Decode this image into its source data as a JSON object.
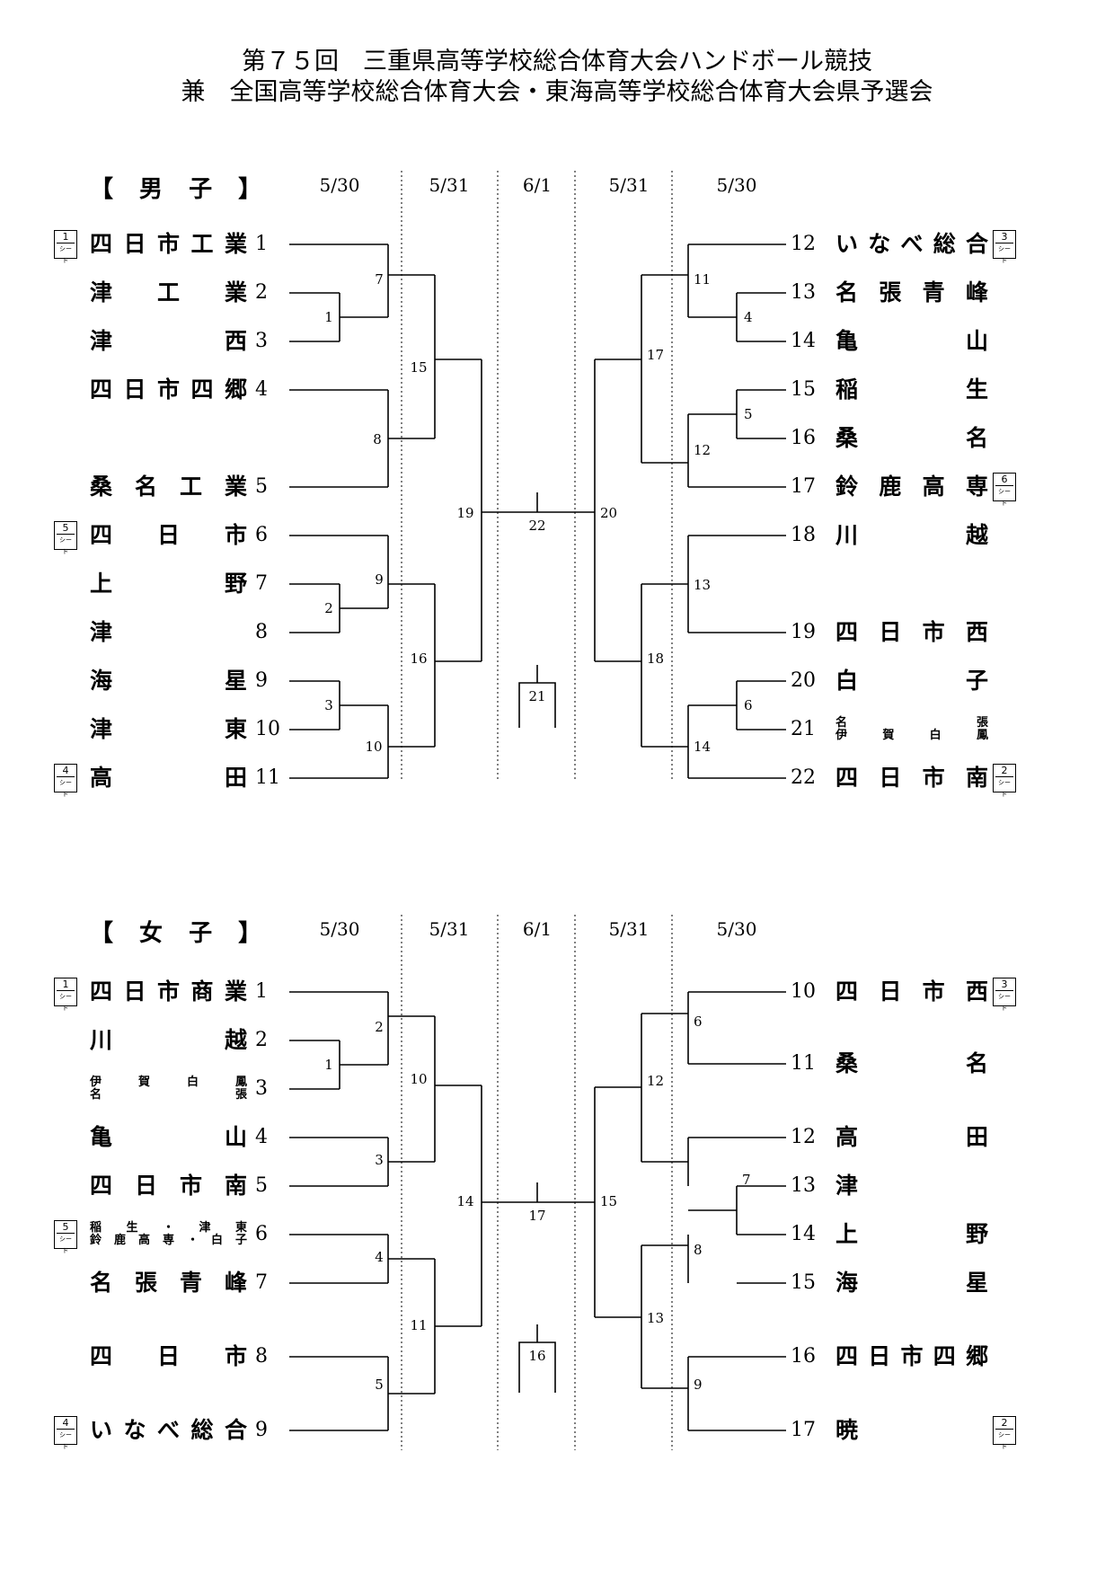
{
  "title": {
    "line1": "第７５回　三重県高等学校総合体育大会ハンドボール競技",
    "line2": "兼　全国高等学校総合体育大会・東海高等学校総合体育大会県予選会"
  },
  "seed_label": "シード",
  "boys": {
    "label": "【 男 子 】",
    "dates": [
      "5/30",
      "5/31",
      "6/1",
      "5/31",
      "5/30"
    ],
    "teams_left": [
      {
        "no": "1",
        "name": "四日市工業",
        "seed": "1"
      },
      {
        "no": "2",
        "name": "津 工 業"
      },
      {
        "no": "3",
        "name": "津 西"
      },
      {
        "no": "4",
        "name": "四日市四郷"
      },
      {
        "no": "5",
        "name": "桑名工業"
      },
      {
        "no": "6",
        "name": "四 日 市",
        "seed": "5"
      },
      {
        "no": "7",
        "name": "上 野"
      },
      {
        "no": "8",
        "name": "津"
      },
      {
        "no": "9",
        "name": "海 星"
      },
      {
        "no": "10",
        "name": "津 東"
      },
      {
        "no": "11",
        "name": "高 田",
        "seed": "4"
      }
    ],
    "teams_right": [
      {
        "no": "12",
        "name": "いなべ総合",
        "seed": "3"
      },
      {
        "no": "13",
        "name": "名張青峰"
      },
      {
        "no": "14",
        "name": "亀 山"
      },
      {
        "no": "15",
        "name": "稲 生"
      },
      {
        "no": "16",
        "name": "桑 名"
      },
      {
        "no": "17",
        "name": "鈴鹿高専",
        "seed": "6"
      },
      {
        "no": "18",
        "name": "川 越"
      },
      {
        "no": "19",
        "name": "四 日 市 西"
      },
      {
        "no": "20",
        "name": "白 子"
      },
      {
        "no": "21",
        "name_small": [
          "名 張",
          "伊 賀 白 鳳"
        ]
      },
      {
        "no": "22",
        "name": "四 日 市 南",
        "seed": "2"
      }
    ],
    "match_numbers": [
      "1",
      "2",
      "3",
      "4",
      "5",
      "6",
      "7",
      "8",
      "9",
      "10",
      "11",
      "12",
      "13",
      "14",
      "15",
      "16",
      "17",
      "18",
      "19",
      "20",
      "21",
      "22"
    ]
  },
  "girls": {
    "label": "【 女 子 】",
    "dates": [
      "5/30",
      "5/31",
      "6/1",
      "5/31",
      "5/30"
    ],
    "teams_left": [
      {
        "no": "1",
        "name": "四日市商業",
        "seed": "1"
      },
      {
        "no": "2",
        "name": "川 越"
      },
      {
        "no": "3",
        "name_small": [
          "伊 賀 白 鳳",
          "名 張"
        ]
      },
      {
        "no": "4",
        "name": "亀 山"
      },
      {
        "no": "5",
        "name": "四 日 市 南"
      },
      {
        "no": "6",
        "name_small": [
          "稲 生 ・ 津 東",
          "鈴 鹿 高 専 ・ 白 子"
        ],
        "seed": "5"
      },
      {
        "no": "7",
        "name": "名 張 青 峰"
      },
      {
        "no": "8",
        "name": "四 日 市"
      },
      {
        "no": "9",
        "name": "いなべ総合",
        "seed": "4"
      }
    ],
    "teams_right": [
      {
        "no": "10",
        "name": "四 日 市 西",
        "seed": "3"
      },
      {
        "no": "11",
        "name": "桑 名"
      },
      {
        "no": "12",
        "name": "高 田"
      },
      {
        "no": "13",
        "name": "津"
      },
      {
        "no": "14",
        "name": "上 野"
      },
      {
        "no": "15",
        "name": "海 星"
      },
      {
        "no": "16",
        "name": "四日市四郷"
      },
      {
        "no": "17",
        "name": "暁",
        "seed": "2"
      }
    ],
    "match_numbers": [
      "1",
      "2",
      "3",
      "4",
      "5",
      "6",
      "7",
      "8",
      "9",
      "10",
      "11",
      "12",
      "13",
      "14",
      "15",
      "16",
      "17"
    ]
  }
}
